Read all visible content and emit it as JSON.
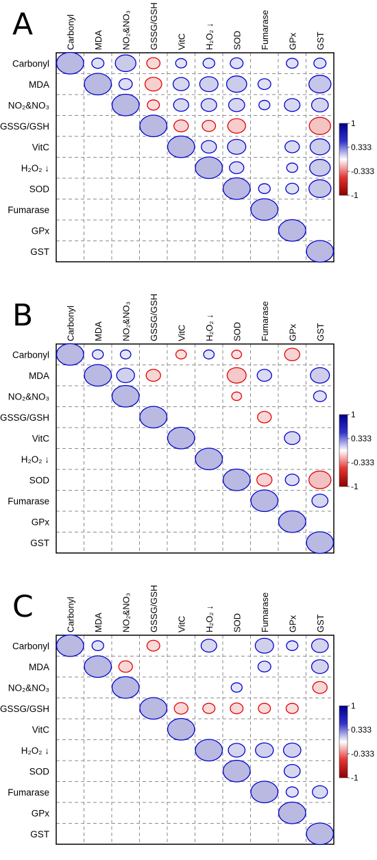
{
  "figure": {
    "variables": [
      "Carbonyl",
      "MDA",
      "NO₂&NO₃",
      "GSSG/GSH",
      "VitC",
      "H₂O₂ ↓",
      "SOD",
      "Fumarase",
      "GPx",
      "GST"
    ],
    "colorbar": {
      "ticks": [
        "1",
        "0.333",
        "-0.333",
        "-1"
      ],
      "colors": {
        "positive": "#00008b",
        "neutral": "#ffffff",
        "negative": "#b30000"
      }
    }
  },
  "chart_data": [
    {
      "type": "heatmap",
      "panel": "A",
      "variables": [
        "Carbonyl",
        "MDA",
        "NO₂&NO₃",
        "GSSG/GSH",
        "VitC",
        "H₂O₂ ↓",
        "SOD",
        "Fumarase",
        "GPx",
        "GST"
      ],
      "value_range": [
        -1,
        1
      ],
      "matrix": [
        [
          1,
          0.35,
          0.72,
          -0.4,
          0.3,
          0.33,
          0.38,
          null,
          0.33,
          0.35
        ],
        [
          null,
          1,
          0.4,
          -0.55,
          0.52,
          0.62,
          0.7,
          0.38,
          null,
          0.78
        ],
        [
          null,
          null,
          1,
          -0.35,
          0.48,
          0.5,
          0.52,
          0.3,
          0.5,
          0.55
        ],
        [
          null,
          null,
          null,
          1,
          -0.45,
          -0.4,
          -0.6,
          null,
          null,
          -0.75
        ],
        [
          null,
          null,
          null,
          null,
          1,
          0.48,
          0.62,
          null,
          0.45,
          0.68
        ],
        [
          null,
          null,
          null,
          null,
          null,
          1,
          0.45,
          null,
          0.3,
          0.72
        ],
        [
          null,
          null,
          null,
          null,
          null,
          null,
          1,
          0.33,
          0.38,
          0.78
        ],
        [
          null,
          null,
          null,
          null,
          null,
          null,
          null,
          1,
          null,
          null
        ],
        [
          null,
          null,
          null,
          null,
          null,
          null,
          null,
          null,
          1,
          null
        ],
        [
          null,
          null,
          null,
          null,
          null,
          null,
          null,
          null,
          null,
          1
        ]
      ]
    },
    {
      "type": "heatmap",
      "panel": "B",
      "variables": [
        "Carbonyl",
        "MDA",
        "NO₂&NO₃",
        "GSSG/GSH",
        "VitC",
        "H₂O₂ ↓",
        "SOD",
        "Fumarase",
        "GPx",
        "GST"
      ],
      "value_range": [
        -1,
        1
      ],
      "matrix": [
        [
          1,
          0.3,
          0.28,
          null,
          -0.28,
          0.28,
          -0.25,
          null,
          -0.48,
          null
        ],
        [
          null,
          1,
          0.6,
          -0.45,
          null,
          null,
          -0.65,
          0.45,
          null,
          0.65
        ],
        [
          null,
          null,
          1,
          null,
          null,
          null,
          -0.25,
          null,
          null,
          0.38
        ],
        [
          null,
          null,
          null,
          1,
          null,
          null,
          null,
          -0.42,
          null,
          null
        ],
        [
          null,
          null,
          null,
          null,
          1,
          null,
          null,
          null,
          0.5,
          null
        ],
        [
          null,
          null,
          null,
          null,
          null,
          1,
          null,
          null,
          null,
          null
        ],
        [
          null,
          null,
          null,
          null,
          null,
          null,
          1,
          -0.48,
          0.42,
          -0.78
        ],
        [
          null,
          null,
          null,
          null,
          null,
          null,
          null,
          1,
          null,
          0.52
        ],
        [
          null,
          null,
          null,
          null,
          null,
          null,
          null,
          null,
          1,
          null
        ],
        [
          null,
          null,
          null,
          null,
          null,
          null,
          null,
          null,
          null,
          1
        ]
      ]
    },
    {
      "type": "heatmap",
      "panel": "C",
      "variables": [
        "Carbonyl",
        "MDA",
        "NO₂&NO₃",
        "GSSG/GSH",
        "VitC",
        "H₂O₂ ↓",
        "SOD",
        "Fumarase",
        "GPx",
        "GST"
      ],
      "value_range": [
        -1,
        1
      ],
      "matrix": [
        [
          1,
          0.33,
          null,
          -0.38,
          null,
          0.5,
          null,
          0.62,
          0.32,
          0.55
        ],
        [
          null,
          1,
          -0.42,
          null,
          null,
          null,
          null,
          0.38,
          null,
          0.55
        ],
        [
          null,
          null,
          1,
          null,
          null,
          null,
          0.3,
          null,
          null,
          -0.45
        ],
        [
          null,
          null,
          null,
          1,
          -0.42,
          -0.35,
          -0.38,
          -0.35,
          -0.35,
          null
        ],
        [
          null,
          null,
          null,
          null,
          1,
          null,
          null,
          null,
          null,
          null
        ],
        [
          null,
          null,
          null,
          null,
          null,
          1,
          0.55,
          0.6,
          0.58,
          null
        ],
        [
          null,
          null,
          null,
          null,
          null,
          null,
          1,
          null,
          0.52,
          null
        ],
        [
          null,
          null,
          null,
          null,
          null,
          null,
          null,
          1,
          0.35,
          0.48
        ],
        [
          null,
          null,
          null,
          null,
          null,
          null,
          null,
          null,
          1,
          null
        ],
        [
          null,
          null,
          null,
          null,
          null,
          null,
          null,
          null,
          null,
          1
        ]
      ]
    }
  ]
}
